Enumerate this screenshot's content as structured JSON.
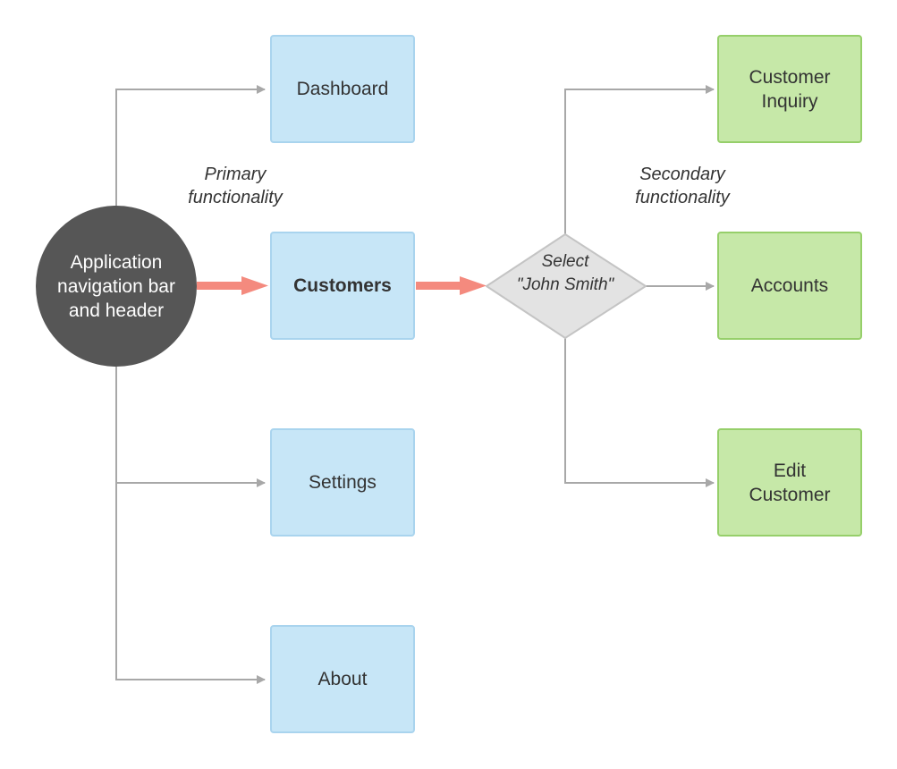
{
  "hub": {
    "label": "Application\nnavigation bar\nand header"
  },
  "primary_nodes": {
    "dashboard": "Dashboard",
    "customers": "Customers",
    "settings": "Settings",
    "about": "About"
  },
  "decision": {
    "label": "Select\n\"John Smith\""
  },
  "secondary_nodes": {
    "customer_inquiry": "Customer\nInquiry",
    "accounts": "Accounts",
    "edit_customer": "Edit\nCustomer"
  },
  "annotations": {
    "primary": "Primary\nfunctionality",
    "secondary": "Secondary\nfunctionality"
  },
  "colors": {
    "primary_fill": "#c7e6f7",
    "secondary_fill": "#c6e8a8",
    "hub_fill": "#565656",
    "decision_fill": "#e3e3e3",
    "highlight_arrow": "#f48a7e",
    "connector": "#a8a8a8"
  }
}
